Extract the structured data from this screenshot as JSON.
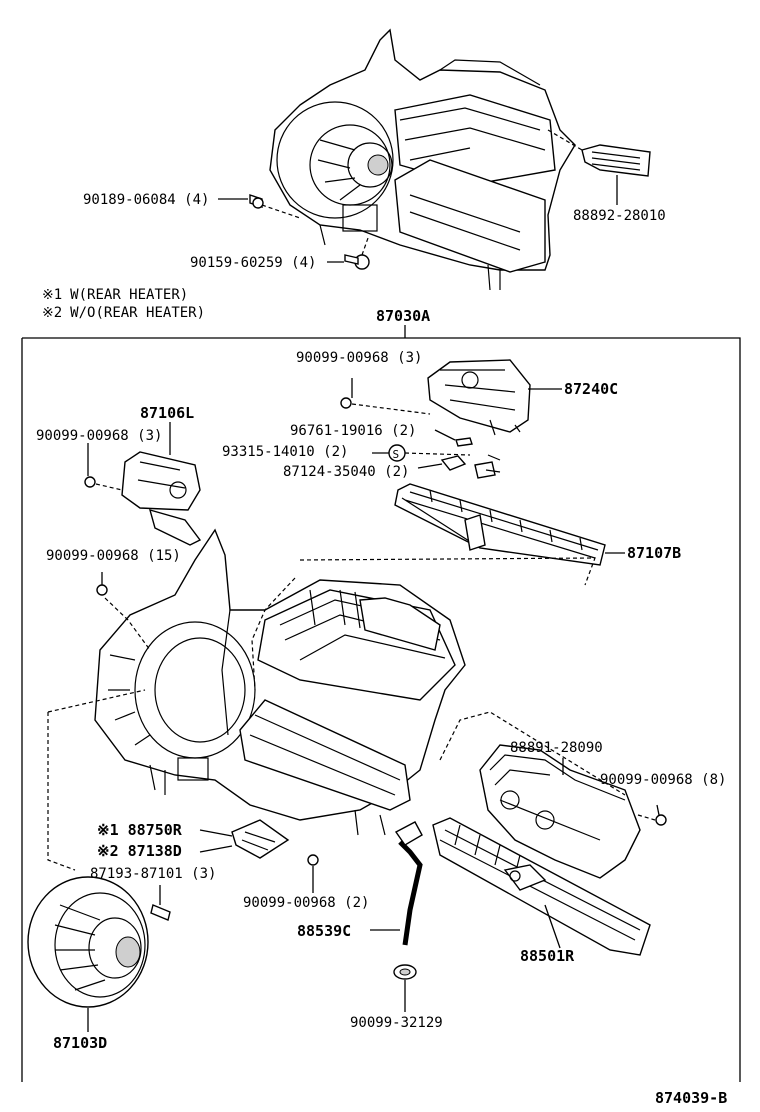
{
  "diagram": {
    "notes": [
      {
        "marker": "※1",
        "text": "W(REAR HEATER)"
      },
      {
        "marker": "※2",
        "text": "W/O(REAR HEATER)"
      }
    ],
    "labels": {
      "p1": "90189-06084 (4)",
      "p2": "88892-28010",
      "p3": "90159-60259 (4)",
      "p4": "87030A",
      "p5": "90099-00968 (3)",
      "p6": "87240C",
      "p7": "87106L",
      "p8": "90099-00968 (3)",
      "p9": "96761-19016 (2)",
      "p10": "93315-14010 (2)",
      "p10_marker": "S",
      "p11": "87124-35040 (2)",
      "p12": "87107B",
      "p13": "90099-00968 (15)",
      "p14": "88891-28090",
      "p15": "90099-00968 (8)",
      "p16": "※1 88750R",
      "p17": "※2 87138D",
      "p18": "87193-87101 (3)",
      "p19": "90099-00968 (2)",
      "p20": "88539C",
      "p21": "88501R",
      "p22": "90099-32129",
      "p23": "87103D",
      "figure_id": "874039-B"
    }
  }
}
